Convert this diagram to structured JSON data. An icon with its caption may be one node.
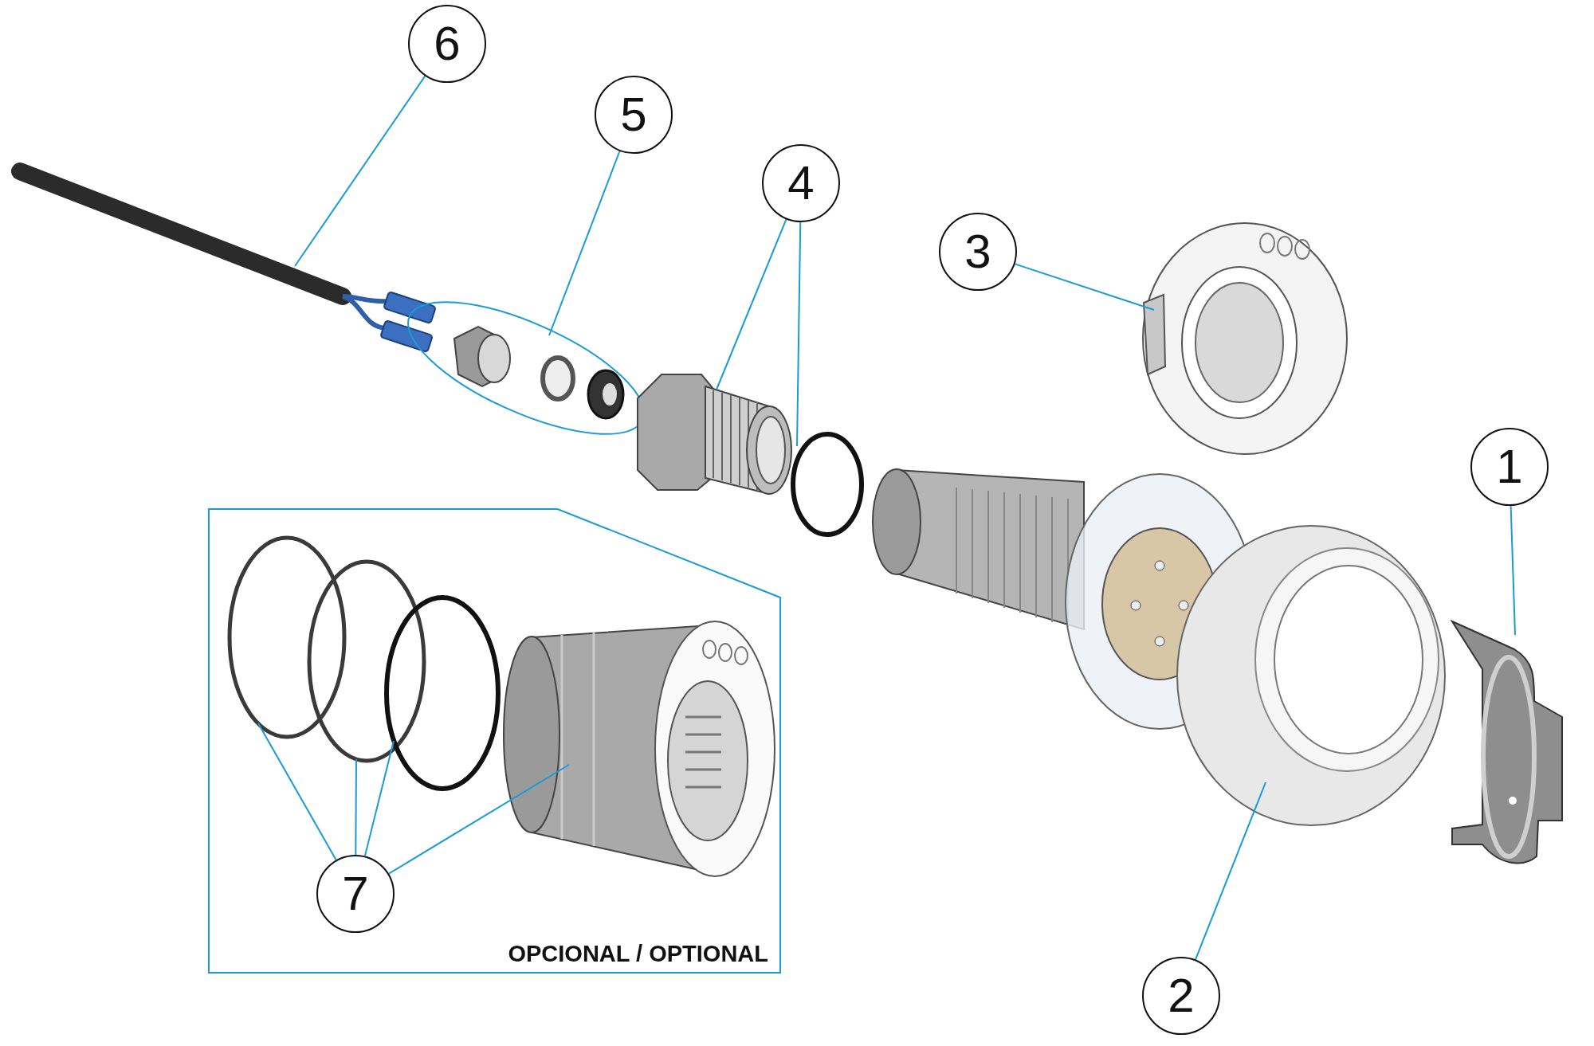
{
  "diagram": {
    "nodes": [
      {
        "text": [
          "1"
        ]
      },
      {
        "text": [
          "2"
        ]
      },
      {
        "text": [
          "3"
        ]
      },
      {
        "text": [
          "4"
        ]
      },
      {
        "text": [
          "5"
        ]
      },
      {
        "text": [
          "6"
        ]
      },
      {
        "text": [
          "OPCIONAL / OPTIONAL"
        ]
      },
      {
        "text": [
          "7"
        ],
        "in": 6
      },
      {
        "text": [],
        "shape": "picture"
      },
      {
        "text": [],
        "shape": "ellipse"
      },
      {
        "text": [],
        "shape": "picture"
      },
      {
        "text": [],
        "shape": "circle"
      },
      {
        "text": [],
        "shape": "picture"
      },
      {
        "text": [],
        "shape": "picture"
      },
      {
        "text": [],
        "shape": "picture"
      },
      {
        "text": [],
        "shape": "circle",
        "in": 6
      },
      {
        "text": [],
        "shape": "circle",
        "in": 6
      },
      {
        "text": [],
        "shape": "circle",
        "in": 6
      },
      {
        "text": [],
        "shape": "picture",
        "in": 6
      }
    ],
    "edges": [
      {
        "from": 5,
        "to": 8,
        "arrow": "none"
      },
      {
        "from": 4,
        "to": 9,
        "arrow": "none"
      },
      {
        "from": 3,
        "to": 10,
        "arrow": "none"
      },
      {
        "from": 3,
        "to": 11,
        "arrow": "none"
      },
      {
        "from": 2,
        "to": 12,
        "arrow": "none"
      },
      {
        "from": 0,
        "to": 13,
        "arrow": "none"
      },
      {
        "from": 1,
        "to": 14,
        "arrow": "none"
      },
      {
        "from": 7,
        "to": 15,
        "arrow": "none"
      },
      {
        "from": 7,
        "to": 16,
        "arrow": "none"
      },
      {
        "from": 7,
        "to": 17,
        "arrow": "none"
      },
      {
        "from": 7,
        "to": 18,
        "arrow": "none"
      }
    ]
  }
}
